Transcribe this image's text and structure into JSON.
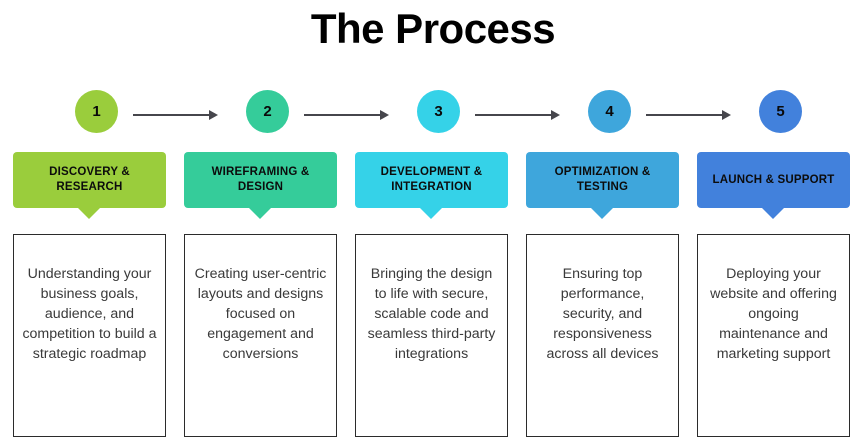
{
  "title": "The Process",
  "colors": {
    "step1": "#9ACD3C",
    "step2": "#35CC9A",
    "step3": "#35D2E8",
    "step4": "#3EA6DC",
    "step5": "#4281DC",
    "arrow": "#46464c",
    "box_border": "#2b2b2b",
    "body_text": "#3a3a3a",
    "heading_text": "#0c0c0c",
    "background": "#ffffff"
  },
  "steps": [
    {
      "number": "1",
      "heading": "DISCOVERY & RESEARCH",
      "description": "Understanding your business goals, audience, and competition to build a strategic roadmap",
      "color": "#9ACD3C"
    },
    {
      "number": "2",
      "heading": "WIREFRAMING & DESIGN",
      "description": "Creating user-centric layouts and designs focused on engagement and conversions",
      "color": "#35CC9A"
    },
    {
      "number": "3",
      "heading": "DEVELOPMENT & INTEGRATION",
      "description": "Bringing the design to life with secure, scalable code and seamless third-party integrations",
      "color": "#35D2E8"
    },
    {
      "number": "4",
      "heading": "OPTIMIZATION & TESTING",
      "description": "Ensuring top performance, security, and responsiveness across all devices",
      "color": "#3EA6DC"
    },
    {
      "number": "5",
      "heading": "LAUNCH & SUPPORT",
      "description": "Deploying your website and offering ongoing maintenance and marketing support",
      "color": "#4281DC"
    }
  ],
  "connectors": [
    {
      "name": "arrow-step1-to-step2"
    },
    {
      "name": "arrow-step2-to-step3"
    },
    {
      "name": "arrow-step3-to-step4"
    },
    {
      "name": "arrow-step4-to-step5"
    }
  ]
}
